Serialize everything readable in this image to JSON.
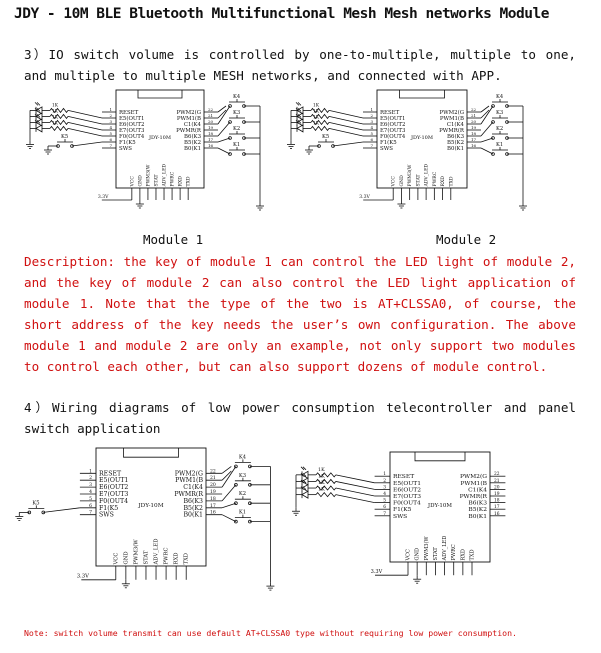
{
  "title": "JDY - 10M BLE Bluetooth Multifunctional Mesh Mesh networks Module",
  "section3": {
    "heading": "3）IO switch volume is controlled by one-to-multiple, multiple to one, and multiple to multiple MESH networks, and connected with APP.",
    "module1_label": "Module 1",
    "module2_label": "Module 2",
    "description": "Description: the key of module 1 can control the LED light of module 2, and the key of module 2 can also control the LED light application of module 1. Note that the type of the two is AT+CLSSA0, of course, the short address of the key needs the user’s own configuration. The above module 1 and module 2 are only an example, not only support two modules to control each other, but can also support dozens of module control."
  },
  "section4": {
    "heading": "4）Wiring diagrams of low power consumption telecontroller and panel switch application"
  },
  "note": "Note: switch volume transmit can use default AT+CLSSA0 type without requiring low power consumption.",
  "schematic": {
    "module_name": "JDY-10M",
    "left_pins": [
      "RESET",
      "E5(OUT1",
      "E6(OUT2",
      "E7(OUT3",
      "F0(OUT4",
      "F1(K5",
      "SWS"
    ],
    "left_pin_numbers": [
      "1",
      "2",
      "3",
      "4",
      "5",
      "6",
      "7"
    ],
    "right_pins": [
      "PWM2(G",
      "PWM1(B",
      "C1(K4",
      "PWMR(R",
      "B6(K3",
      "B5(K2",
      "B0(K1"
    ],
    "right_pin_numbers": [
      "22",
      "21",
      "20",
      "19",
      "18",
      "17",
      "16"
    ],
    "bottom_pins": [
      "VCC",
      "GND",
      "PWM3(W",
      "STAT",
      "ADV_LED",
      "PWRC",
      "RXD",
      "TXD"
    ],
    "resistor_label": "1K",
    "voltage_label": "3.3V",
    "keys": [
      "K4",
      "K3",
      "K2",
      "K1"
    ],
    "key5": "K5"
  }
}
